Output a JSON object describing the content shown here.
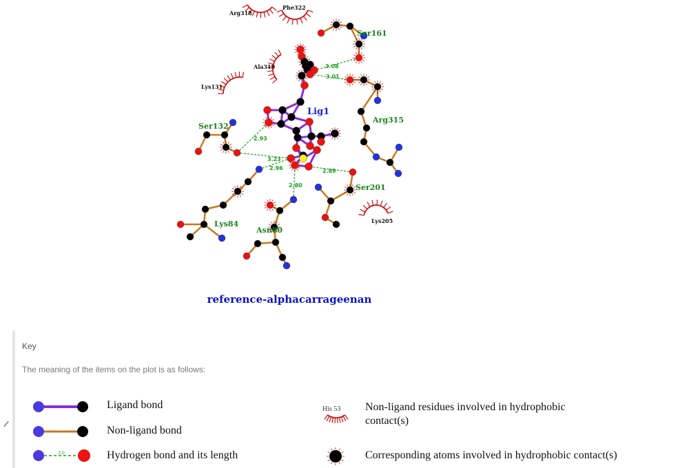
{
  "ligand": {
    "label": "Lig1"
  },
  "interacting_residues": [
    {
      "name": "Ser161"
    },
    {
      "name": "Arg315"
    },
    {
      "name": "Ser132"
    },
    {
      "name": "Ser201"
    },
    {
      "name": "Lys84"
    },
    {
      "name": "Asn80"
    }
  ],
  "hydrophobic_residues": [
    {
      "name": "Arg318"
    },
    {
      "name": "Phe322"
    },
    {
      "name": "Ala319"
    },
    {
      "name": "Lys131"
    },
    {
      "name": "Lys205"
    }
  ],
  "hbond_lengths": [
    "3.08",
    "3.01",
    "2.93",
    "3.23",
    "2.96",
    "2.80",
    "2.89"
  ],
  "plot_title": "reference-alphacarrageenan",
  "key": {
    "heading": "Key",
    "description": "The meaning of the items on the plot is as follows:",
    "items": [
      {
        "label": "Ligand bond"
      },
      {
        "label": "Non-ligand bond"
      },
      {
        "label": "Hydrogen bond and its length",
        "sample_length": "3.0"
      },
      {
        "label": "Non-ligand residues involved in hydrophobic",
        "label2": "contact(s)",
        "sample_residue": "His 53"
      },
      {
        "label": "Corresponding atoms involved in hydrophobic contact(s)"
      }
    ]
  },
  "colors": {
    "ligand_bond": "#8a2be2",
    "non_ligand_bond": "#c8781e",
    "hbond": "#1aa01a",
    "oxygen": "#ee1111",
    "nitrogen": "#2233dd",
    "carbon": "#000000",
    "sulfur": "#f4f41a",
    "interacting_residue_text": "#1a801a",
    "ligand_text": "#1a22dd",
    "hydrophobic_arc": "#cc1111"
  }
}
